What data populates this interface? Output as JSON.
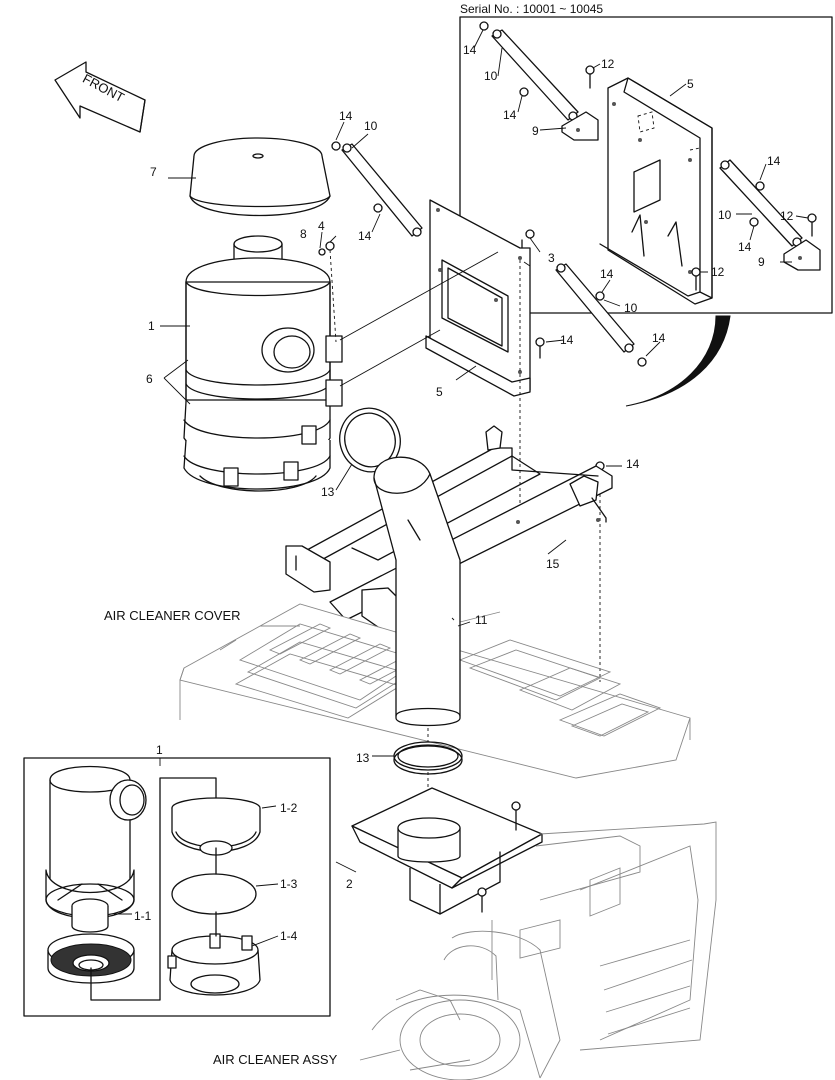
{
  "serial_label": "Serial No. : 10001 ~ 10045",
  "front_label": "FRONT",
  "captions": {
    "cover": "AIR CLEANER COVER",
    "assy": "AIR CLEANER ASSY"
  },
  "part_labels": {
    "p1": "1",
    "p2": "2",
    "p3": "3",
    "p4": "4",
    "p5": "5",
    "p6": "6",
    "p7": "7",
    "p8": "8",
    "p10": "10",
    "p11": "11",
    "p13a": "13",
    "p13b": "13",
    "p14a": "14",
    "p14b": "14",
    "p14c": "14",
    "p14d": "14",
    "p14e": "14",
    "p14f": "14",
    "p15": "15",
    "p10b": "10",
    "ins_p14a": "14",
    "ins_p14b": "14",
    "ins_p14c": "14",
    "ins_p14d": "14",
    "ins_p10a": "10",
    "ins_p10b": "10",
    "ins_p12a": "12",
    "ins_p12b": "12",
    "ins_p12c": "12",
    "ins_p9a": "9",
    "ins_p9b": "9",
    "ins_p5": "5",
    "assy_1": "1",
    "assy_1_1": "1-1",
    "assy_1_2": "1-2",
    "assy_1_3": "1-3",
    "assy_1_4": "1-4"
  }
}
